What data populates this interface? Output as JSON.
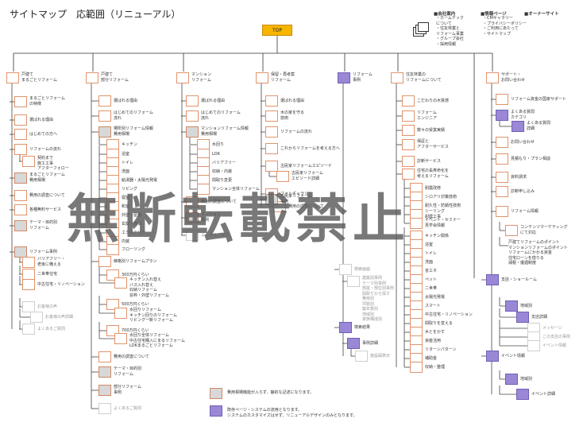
{
  "title": "サイトマップ　応範囲（リニューアル）",
  "top": "TOP",
  "header_groups": [
    {
      "heading": "■会社案内",
      "items": [
        "・ホームテック",
        "について",
        "・住友林業と",
        "リフォーム事業",
        "・グループ会社",
        "・採用情報"
      ]
    },
    {
      "heading": "■情報ページ",
      "items": [
        "・CMギャラリー",
        "・プライバシーポリシー",
        "・ご利用にあたって",
        "・サイトマップ"
      ]
    },
    {
      "heading": "■オーナーサイト",
      "items": []
    }
  ],
  "columns": [
    {
      "label": [
        "戸建て",
        "まるごとリフォーム"
      ],
      "kind": "o"
    },
    {
      "label": [
        "戸建て",
        "部分リフォーム"
      ],
      "kind": "o"
    },
    {
      "label": [
        "マンション",
        "リフォーム"
      ],
      "kind": "o"
    },
    {
      "label": [
        "保留・再考案",
        "リフォーム"
      ],
      "kind": "o"
    },
    {
      "label": [
        "リフォーム",
        "事例"
      ],
      "kind": "p"
    },
    {
      "label": [
        "住友林業の",
        "リフォームについて"
      ],
      "kind": "o"
    },
    {
      "label": [
        "サポート・",
        "お問い合わせ"
      ],
      "kind": "o"
    }
  ],
  "nodes": {
    "c1": [
      {
        "label": [
          "まるごとリフォーム",
          "の特徴"
        ],
        "kind": "o"
      },
      {
        "label": [
          "選ばれる理由"
        ],
        "kind": "o"
      },
      {
        "label": [
          "はじめての方へ"
        ],
        "kind": "o"
      },
      {
        "label": [
          "リフォームの流れ"
        ],
        "kind": "o"
      },
      {
        "label": [
          "契約まで",
          "施工工事",
          "アフターフォロー"
        ],
        "kind": "o"
      },
      {
        "label": [
          "まるごとリフォーム",
          "費用相場"
        ],
        "kind": "g"
      },
      {
        "label": [
          "費用の調査について"
        ],
        "kind": "o"
      },
      {
        "label": [
          "各種無料サービス"
        ],
        "kind": "o"
      },
      {
        "label": [
          "テーマ・目的別",
          "リフォーム"
        ],
        "kind": "g"
      },
      {
        "label": [
          "リフォーム事例"
        ],
        "kind": "g"
      },
      {
        "label": [
          "バリアフリー・",
          "老後に備える"
        ],
        "kind": "o"
      },
      {
        "label": [
          "二世帯住宅"
        ],
        "kind": "o"
      },
      {
        "label": [
          "中古住宅・リノベーション"
        ],
        "kind": "o"
      },
      {
        "label": [
          "お客様の声"
        ],
        "kind": "w"
      },
      {
        "label": [
          "お客様の声詳細"
        ],
        "kind": "w"
      },
      {
        "label": [
          "よくあるご質問"
        ],
        "kind": "w"
      }
    ],
    "c2": [
      {
        "label": [
          "選ばれる理由"
        ],
        "kind": "o"
      },
      {
        "label": [
          "はじめてのリフォーム",
          "流れ"
        ],
        "kind": "o"
      },
      {
        "label": [
          "場所別リフォーム情報",
          "費用相場"
        ],
        "kind": "g"
      },
      {
        "label": [
          "キッチン"
        ],
        "kind": "o"
      },
      {
        "label": [
          "浴室"
        ],
        "kind": "o"
      },
      {
        "label": [
          "トイレ"
        ],
        "kind": "o"
      },
      {
        "label": [
          "洗面"
        ],
        "kind": "o"
      },
      {
        "label": [
          "給湯器・太陽光発電"
        ],
        "kind": "o"
      },
      {
        "label": [
          "リビング"
        ],
        "kind": "o"
      },
      {
        "label": [
          "寝室"
        ],
        "kind": "o"
      },
      {
        "label": [
          "和室"
        ],
        "kind": "o"
      },
      {
        "label": [
          "外壁・屋根"
        ],
        "kind": "o"
      },
      {
        "label": [
          "玄関・外構"
        ],
        "kind": "o"
      },
      {
        "label": [
          "エクステリア"
        ],
        "kind": "o"
      },
      {
        "label": [
          "内装"
        ],
        "kind": "o"
      },
      {
        "label": [
          "フローリング"
        ],
        "kind": "o"
      },
      {
        "label": [
          "価格別リフォームプラン"
        ],
        "kind": "o"
      },
      {
        "label": [
          "300万円くらい"
        ],
        "kind": "o"
      },
      {
        "label": [
          "キッチン入れ替え",
          "バス入れ替え",
          "収納リフォーム",
          "窓枠・外壁リフォーム"
        ],
        "kind": "o"
      },
      {
        "label": [
          "500万円くらい"
        ],
        "kind": "o"
      },
      {
        "label": [
          "水回りリフォーム",
          "キッチン回りのリフォーム",
          "リビング一新リフォーム"
        ],
        "kind": "o"
      },
      {
        "label": [
          "700万円くらい"
        ],
        "kind": "o"
      },
      {
        "label": [
          "水回り全体リフォーム",
          "中古住宅購入にまるリフォーム",
          "LDKまるごとリフォーム"
        ],
        "kind": "o"
      },
      {
        "label": [
          "費用の調査について"
        ],
        "kind": "o"
      },
      {
        "label": [
          "テーマ・目的別",
          "リフォーム"
        ],
        "kind": "g"
      },
      {
        "label": [
          "部分リフォーム",
          "事例"
        ],
        "kind": "g"
      },
      {
        "label": [
          "よくあるご質問"
        ],
        "kind": "w"
      }
    ],
    "c3": [
      {
        "label": [
          "選ばれる理由"
        ],
        "kind": "o"
      },
      {
        "label": [
          "はじめてのリフォーム",
          "流れ"
        ],
        "kind": "o"
      },
      {
        "label": [
          "マンションリフォーム情報",
          "費用相場"
        ],
        "kind": "g"
      },
      {
        "label": [
          "水回り"
        ],
        "kind": "o"
      },
      {
        "label": [
          "LDK"
        ],
        "kind": "o"
      },
      {
        "label": [
          "バリアフリー"
        ],
        "kind": "o"
      },
      {
        "label": [
          "収納・内装"
        ],
        "kind": "o"
      },
      {
        "label": [
          "間取り変更"
        ],
        "kind": "o"
      },
      {
        "label": [
          "マンション全体リフォーム"
        ],
        "kind": "o"
      },
      {
        "label": [
          "費用の調査について"
        ],
        "kind": "o"
      },
      {
        "label": [
          "マンション",
          "事例"
        ],
        "kind": "g"
      },
      {
        "label": [
          "よくあるご質問"
        ],
        "kind": "w"
      }
    ],
    "c4": [
      {
        "label": [
          "選ばれる理由"
        ],
        "kind": "o"
      },
      {
        "label": [
          "木の家を守る",
          "技術"
        ],
        "kind": "o"
      },
      {
        "label": [
          "リフォームの流れ"
        ],
        "kind": "o"
      },
      {
        "label": [
          "これからリフォームを考える方へ"
        ],
        "kind": "o"
      },
      {
        "label": [
          "古民家リフォームエピソード"
        ],
        "kind": "o"
      },
      {
        "label": [
          "古民家リフォーム",
          "エピソード詳細"
        ],
        "kind": "o"
      },
      {
        "label": [
          "フォトギャラリー"
        ],
        "kind": "o"
      },
      {
        "label": [
          "費用の調査について"
        ],
        "kind": "o"
      },
      {
        "label": [
          "古民家リフォーム",
          "事例"
        ],
        "kind": "g"
      }
    ],
    "c5": [
      {
        "label": [
          "検索画面"
        ],
        "kind": "w"
      },
      {
        "label": [
          "建築別事例",
          "テーマ別事例",
          "部屋・部位別事例",
          "間取りから探す",
          "費用別",
          "坪数別",
          "築年数別",
          "地域別",
          "家族構成別"
        ],
        "kind": "w"
      },
      {
        "label": [
          "検索結果"
        ],
        "kind": "p"
      },
      {
        "label": [
          "事例詳細"
        ],
        "kind": "p"
      },
      {
        "label": [
          "施設図表示"
        ],
        "kind": "w"
      }
    ],
    "c6": [
      {
        "label": [
          "こだわりの木質感"
        ],
        "kind": "o"
      },
      {
        "label": [
          "リフォーム",
          "エンジニア"
        ],
        "kind": "o"
      },
      {
        "label": [
          "数々の受賞実績"
        ],
        "kind": "o"
      },
      {
        "label": [
          "保証と",
          "アフターサービス"
        ],
        "kind": "o"
      },
      {
        "label": [
          "診断サービス"
        ],
        "kind": "o"
      },
      {
        "label": [
          "住宅の長寿命化を",
          "考えるリフォーム"
        ],
        "kind": "o"
      },
      {
        "label": [
          "耐震改修"
        ],
        "kind": "o"
      },
      {
        "label": [
          "シロアリ対策技術"
        ],
        "kind": "o"
      },
      {
        "label": [
          "耐久性・防錆性技術"
        ],
        "kind": "o"
      },
      {
        "label": [
          "シーリング",
          "耐震工事"
        ],
        "kind": "o"
      },
      {
        "label": [
          "イベント・セミナー",
          "見学会情報"
        ],
        "kind": "o"
      },
      {
        "label": [
          "キッチン関係"
        ],
        "kind": "o"
      },
      {
        "label": [
          "浴室"
        ],
        "kind": "o"
      },
      {
        "label": [
          "トイレ"
        ],
        "kind": "o"
      },
      {
        "label": [
          "洗面"
        ],
        "kind": "o"
      },
      {
        "label": [
          "省エネ"
        ],
        "kind": "o"
      },
      {
        "label": [
          "ペット"
        ],
        "kind": "o"
      },
      {
        "label": [
          "二世帯"
        ],
        "kind": "o"
      },
      {
        "label": [
          "太陽光発電"
        ],
        "kind": "o"
      },
      {
        "label": [
          "スマート"
        ],
        "kind": "o"
      },
      {
        "label": [
          "中古住宅・リノベーション"
        ],
        "kind": "o"
      },
      {
        "label": [
          "間取りを変える"
        ],
        "kind": "o"
      },
      {
        "label": [
          "木とをかす"
        ],
        "kind": "o"
      },
      {
        "label": [
          "資産活用"
        ],
        "kind": "o"
      },
      {
        "label": [
          "リターンパターン"
        ],
        "kind": "o"
      },
      {
        "label": [
          "補助金"
        ],
        "kind": "o"
      },
      {
        "label": [
          "収納・整理"
        ],
        "kind": "o"
      }
    ],
    "c7": [
      {
        "label": [
          "リフォーム資金の国家サポート"
        ],
        "kind": "o"
      },
      {
        "label": [
          "よくある質問",
          "カテゴリ"
        ],
        "kind": "p"
      },
      {
        "label": [
          "よくある質問",
          "詳細"
        ],
        "kind": "p"
      },
      {
        "label": [
          "お問い合わせ"
        ],
        "kind": "o"
      },
      {
        "label": [
          "見積もり・プラン相談"
        ],
        "kind": "o"
      },
      {
        "label": [
          "資料請求"
        ],
        "kind": "o"
      },
      {
        "label": [
          "診断申し込み"
        ],
        "kind": "o"
      },
      {
        "label": [
          "リフォーム情報"
        ],
        "kind": "o"
      },
      {
        "label": [
          "コンテンツマーケティング",
          "にて対応"
        ],
        "kind": "o"
      },
      {
        "label": [
          "戸建てリフォームのポイント",
          "マンションリフォームのポイント",
          "リフォームにかかる資金",
          "住宅ローンを借りる",
          "減税・優遇制度"
        ],
        "kind": "t"
      },
      {
        "label": [
          "支店・ショールーム"
        ],
        "kind": "p"
      },
      {
        "label": [
          "地域別"
        ],
        "kind": "p"
      },
      {
        "label": [
          "支店詳細"
        ],
        "kind": "p"
      },
      {
        "label": [
          "メッセージ"
        ],
        "kind": "w"
      },
      {
        "label": [
          "この支店の事例"
        ],
        "kind": "w"
      },
      {
        "label": [
          "イベント情報"
        ],
        "kind": "w"
      },
      {
        "label": [
          "イベント情報"
        ],
        "kind": "p"
      },
      {
        "label": [
          "地域別"
        ],
        "kind": "p"
      },
      {
        "label": [
          "イベント詳細"
        ],
        "kind": "p"
      }
    ]
  },
  "legend": [
    {
      "kind": "g",
      "text": [
        "費用相場機能が入らず、静的な記述になります。"
      ]
    },
    {
      "kind": "p",
      "text": [
        "既存ページ・システムの流用となります。",
        "システムのカスタマイズはせず、リニューアルデザインのみとなります。"
      ]
    }
  ],
  "watermark": "無断転載禁止"
}
